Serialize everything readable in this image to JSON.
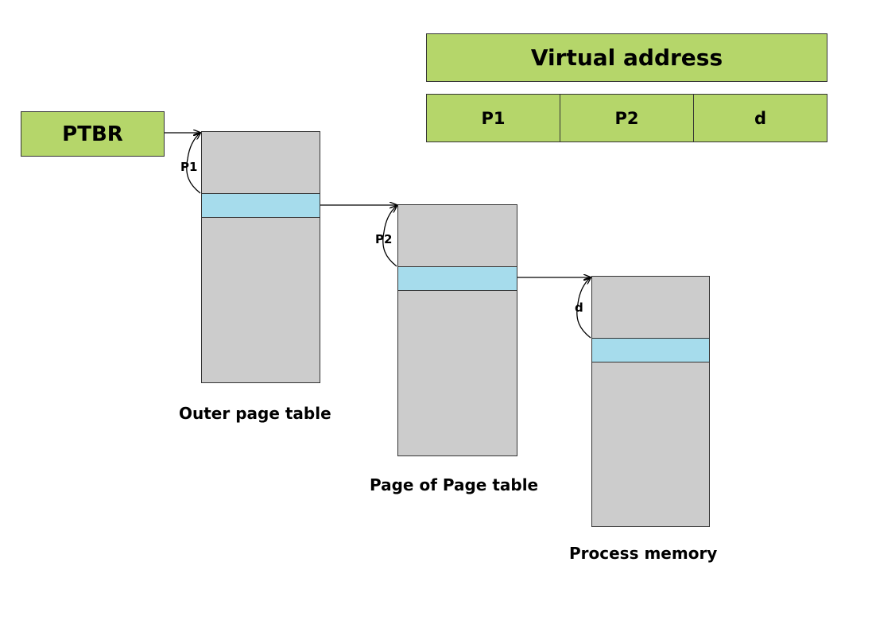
{
  "virtual_address": {
    "title": "Virtual address",
    "fields": [
      "P1",
      "P2",
      "d"
    ]
  },
  "ptbr": "PTBR",
  "tables": [
    {
      "label": "Outer page table",
      "offset_label": "P1"
    },
    {
      "label": "Page of Page table",
      "offset_label": "P2"
    },
    {
      "label": "Process memory",
      "offset_label": "d"
    }
  ],
  "colors": {
    "green": "#b5d66a",
    "gray": "#cccccc",
    "blue": "#a6dcec"
  }
}
